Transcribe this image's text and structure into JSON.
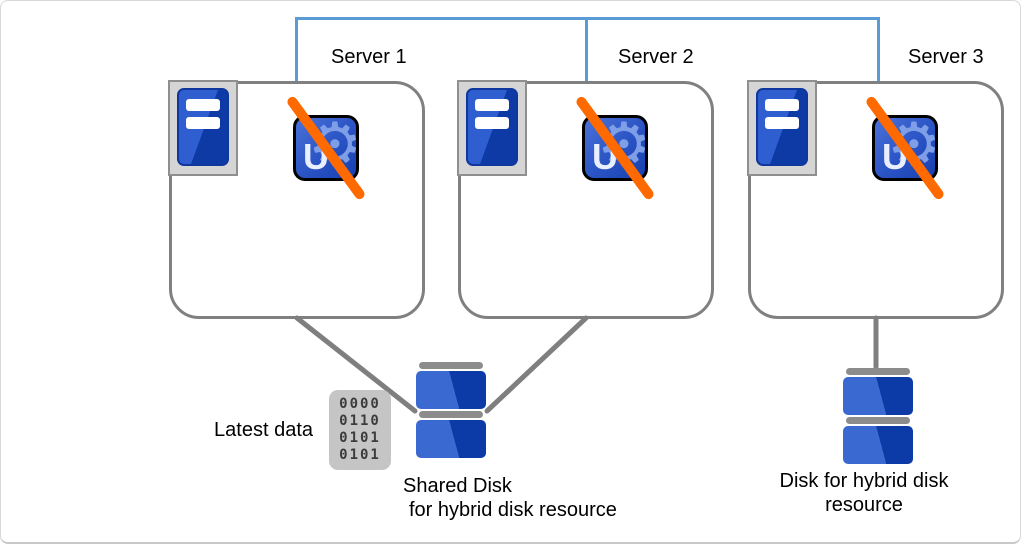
{
  "servers": [
    {
      "label": "Server 1"
    },
    {
      "label": "Server 2"
    },
    {
      "label": "Server 3"
    }
  ],
  "latest_data_label": "Latest data",
  "shared_disk_label": {
    "line1": "Shared Disk",
    "line2": "for hybrid disk resource"
  },
  "hybrid_disk_label": {
    "line1": "Disk for hybrid disk",
    "line2": "resource"
  },
  "binary_icon": {
    "rows": [
      "0000",
      "0110",
      "0101",
      "0101"
    ]
  },
  "icons": {
    "gear": "⚙",
    "app_letter": "U"
  },
  "colors": {
    "interconnect_blue": "#5B9BD5",
    "box_border_gray": "#808080",
    "connector_gray": "#7F7F7F",
    "slash_orange": "#FF6A00",
    "server_icon_blue": "#2E5ECF",
    "disk_blue_light": "#3A69D2",
    "disk_blue_dark": "#0C3BA8",
    "icon_frame_gray": "#D5D5D5",
    "binary_bg_gray": "#C5C5C5"
  }
}
